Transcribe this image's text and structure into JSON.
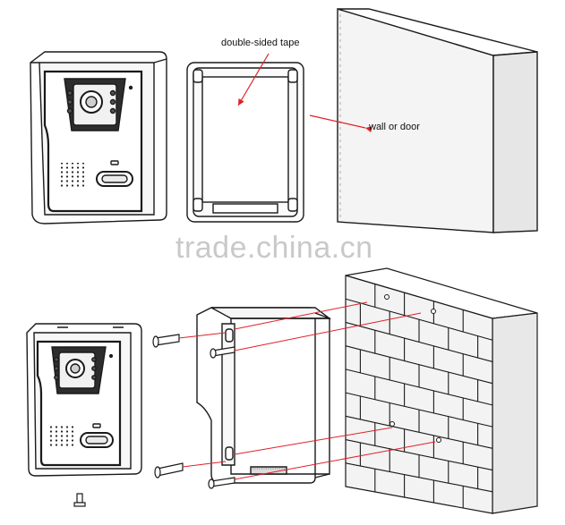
{
  "labels": {
    "tape": "double-sided tape",
    "wall": "wall or door"
  },
  "watermark": "trade.china.cn",
  "colors": {
    "line": "#1a1a1a",
    "arrow": "#e0202a",
    "wall_fill": "#f2f2f2",
    "device_face": "#f4f4f4",
    "panel_dark": "#2a2a2a"
  }
}
